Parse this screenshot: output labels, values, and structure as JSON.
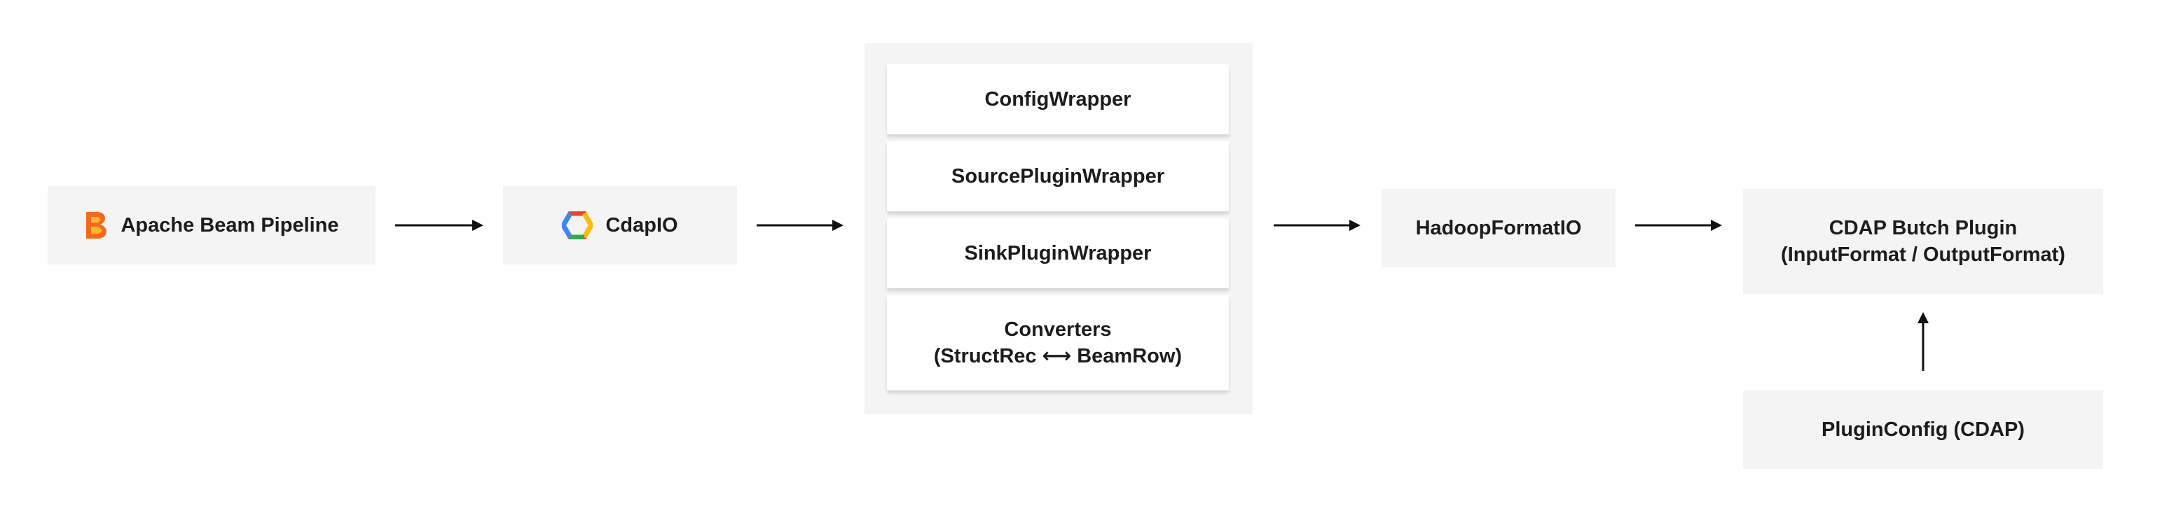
{
  "nodes": {
    "beam": {
      "label": "Apache Beam Pipeline",
      "icon": "apache-beam-logo-icon"
    },
    "cdapio": {
      "label": "CdapIO",
      "icon": "cdap-hexagon-logo-icon"
    },
    "hadoop": {
      "label": "HadoopFormatIO"
    },
    "cdap_plugin": {
      "label": "CDAP Butch Plugin\n(InputFormat / OutputFormat)"
    },
    "plugin_config": {
      "label": "PluginConfig (CDAP)"
    }
  },
  "wrappers": [
    {
      "label": "ConfigWrapper"
    },
    {
      "label": "SourcePluginWrapper"
    },
    {
      "label": "SinkPluginWrapper"
    },
    {
      "label": "Converters\n(StructRec ⟷ BeamRow)"
    }
  ],
  "colors": {
    "box_fill": "#f4f4f4",
    "card_fill": "#ffffff",
    "text": "#1c1c1c",
    "arrow": "#111111",
    "beam_orange": "#f26b1d",
    "beam_yellow": "#fbb82a"
  }
}
